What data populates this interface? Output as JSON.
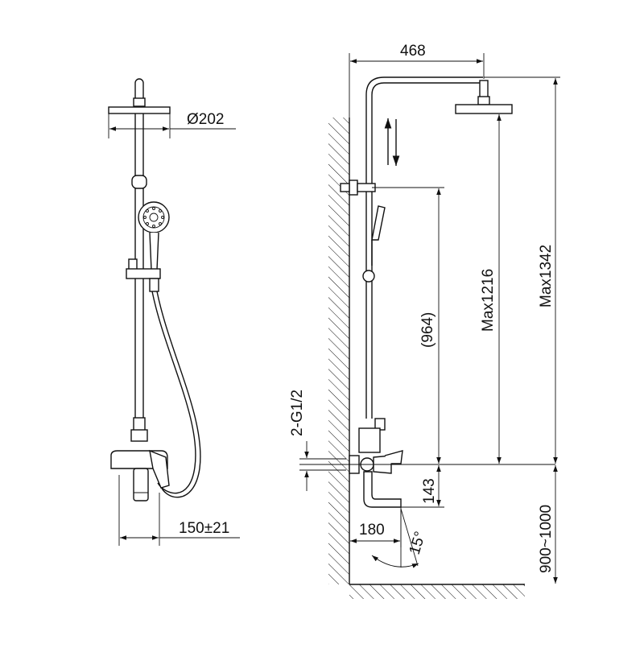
{
  "dimensions": {
    "width_arm": "468",
    "head_diameter": "Ø202",
    "inlet_spacing": "150±21",
    "inlet_thread": "2-G1/2",
    "riser_height": "(964)",
    "max_head_height": "Max1216",
    "max_total_height": "Max1342",
    "spout_to_inlet": "143",
    "spout_reach": "180",
    "spout_angle": "15°",
    "install_height": "900~1000"
  },
  "colors": {
    "line": "#111111",
    "background": "#ffffff"
  }
}
